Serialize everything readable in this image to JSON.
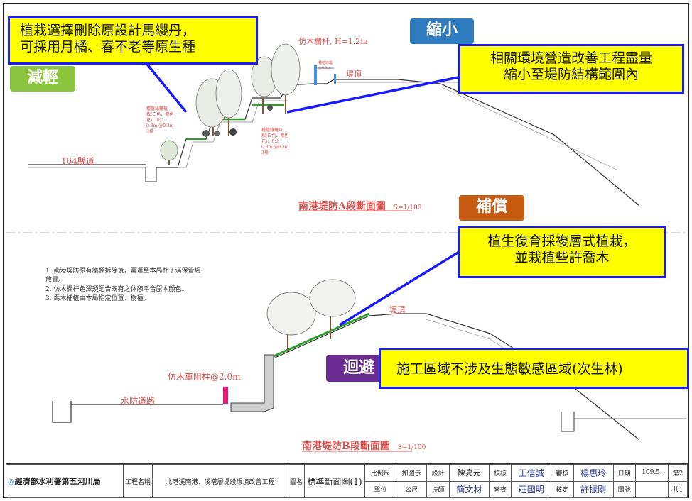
{
  "tags": {
    "reduce": "減輕",
    "shrink": "縮小",
    "compensate": "補償",
    "avoid": "迴避"
  },
  "colors": {
    "tag_reduce": "#8bc43f",
    "tag_shrink": "#2e7bbf",
    "tag_compensate": "#c65a11",
    "tag_avoid": "#6a2c91",
    "callout_fill": "#ffff00",
    "callout_border": "#1a1aff",
    "red_label": "#d9534f"
  },
  "callouts": {
    "reduce_line1": "植栽選擇刪除原設計馬纓丹，",
    "reduce_line2": "可採用月橘、春不老等原生種",
    "shrink_line1": "相關環境營造改善工程盡量",
    "shrink_line2": "縮小至堤防結構範圍內",
    "compensate_line1": "植生復育採複層式植栽，",
    "compensate_line2": "並栽植些許喬木",
    "avoid_text": "施工區域不涉及生態敏感區域(次生林)"
  },
  "drawing_a": {
    "railing_label": "仿木欄杆, H=1.2m",
    "crest_label": "堤頂",
    "road_label": "164縣道",
    "plant_note_1": [
      "種植綠籬植",
      "栽(白色、紫色",
      "花)、8公",
      "0.3m,@0.3m",
      "3排"
    ],
    "plant_note_2": [
      "種植綠籬及",
      "栽(白色、紫色",
      "花)、8公",
      "0.3m,@0.3m",
      "3排"
    ],
    "rail_note": [
      "種植綠籬",
      "@0.3m"
    ],
    "section_title": "南港堤防A段斷面圖",
    "scale": "S=1/100"
  },
  "drawing_b": {
    "crest_label": "堤頂",
    "bollard_label": "仿木車阻柱@2.0m",
    "road_label": "水防道路",
    "section_title": "南港堤防B段斷面圖",
    "scale": "S=1/100"
  },
  "notes": [
    "1. 南港堤防原有護欄拆除後，需運至本局朴子溪保管場",
    "   放置。",
    "2. 仿木欄杆色澤須配合既有之休憩平台原木顏色。",
    "3. 喬木補植由本局指定位置、樹種。"
  ],
  "title_block": {
    "agency": "經濟部水利署第五河川局",
    "project_label": "工程名稱",
    "project_name": "北港溪南港、溪墘層堤段環境改善工程",
    "drawing_label": "圖名",
    "drawing_name": "標準斷面圖(1)",
    "scale_label": "比例尺",
    "scale_value": "如圖示",
    "unit_label": "單位",
    "unit_value": "公尺",
    "design_label": "設計",
    "designer": "陳亮元",
    "draft_label": "技師",
    "drafter": "簡文材",
    "check_label": "校核",
    "checker": "王信誠",
    "review_label": "審查",
    "reviewer": "莊國明",
    "audit_label": "審核",
    "auditor": "楊惠玲",
    "approve_label": "核定",
    "approver": "許振剛",
    "date_label": "日期",
    "date_value": "109.5.",
    "sheet_label": "第",
    "sheet_value": "2",
    "drawing_no_label": "圖號",
    "total_label": "共1"
  }
}
